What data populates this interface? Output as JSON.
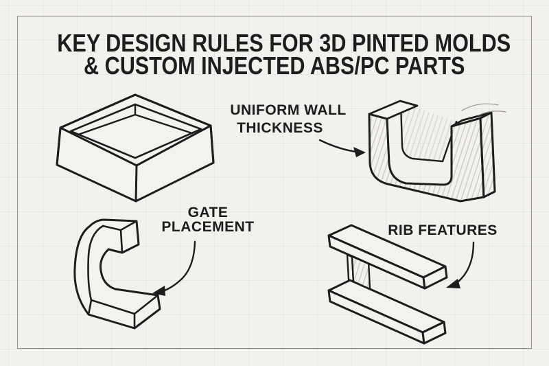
{
  "title": {
    "line1": "KEY DESIGN RULES FOR 3D PINTED MOLDS",
    "line2": "& CUSTOM INJECTED ABS/PC PARTS"
  },
  "labels": {
    "uniform_wall_thickness": {
      "line1": "UNIFORM WALL",
      "line2": "THICKNESS"
    },
    "gate_placement": {
      "line1": "GATE",
      "line2": "PLACEMENT"
    },
    "rib_features": {
      "line1": "RIB FEATURES"
    }
  },
  "figures": [
    {
      "name": "open-box-mold-sketch"
    },
    {
      "name": "u-channel-sketch"
    },
    {
      "name": "l-bracket-sketch"
    },
    {
      "name": "i-beam-sketch"
    }
  ],
  "colors": {
    "background": "#f2f1ee",
    "ink": "#1d1d1d",
    "frame": "#8f8c86",
    "grid": "#dfe1e7",
    "hatch": "#c9c6c0"
  }
}
